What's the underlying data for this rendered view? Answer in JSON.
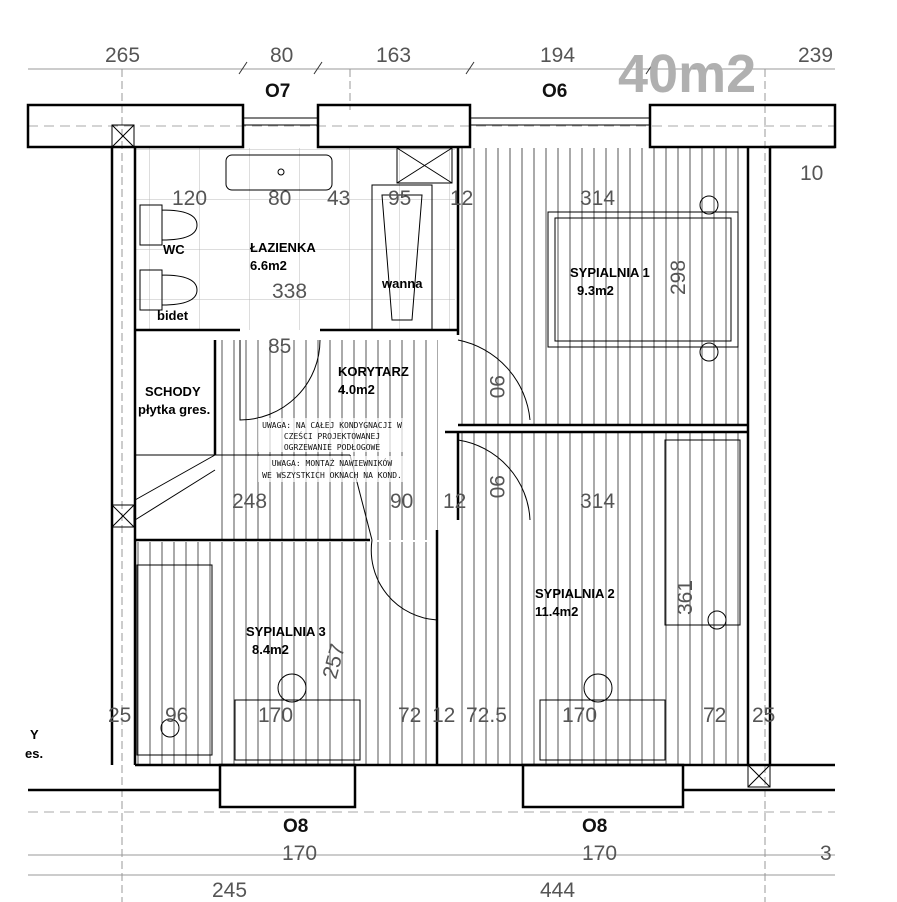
{
  "title_area": "40m2",
  "top_dimensions": [
    "265",
    "80",
    "163",
    "194",
    "239"
  ],
  "windows": {
    "top_left": "O7",
    "top_right": "O6",
    "bottom_left": "O8",
    "bottom_right": "O8"
  },
  "bottom_dimensions": {
    "row1": [
      "170",
      "170",
      "3"
    ],
    "row2": [
      "245",
      "444"
    ]
  },
  "rooms": {
    "wc": {
      "name": "WC"
    },
    "bidet": {
      "name": "bidet"
    },
    "lazienka": {
      "name": "ŁAZIENKA",
      "area": "6.6m2"
    },
    "wanna": {
      "name": "wanna"
    },
    "schody": {
      "name": "SCHODY",
      "finish": "płytka gres."
    },
    "korytarz": {
      "name": "KORYTARZ",
      "area": "4.0m2"
    },
    "sypialnia1": {
      "name": "SYPIALNIA 1",
      "area": "9.3m2"
    },
    "sypialnia2": {
      "name": "SYPIALNIA 2",
      "area": "11.4m2"
    },
    "sypialnia3": {
      "name": "SYPIALNIA 3",
      "area": "8.4m2"
    }
  },
  "notes": [
    "UWAGA: NA CAŁEJ KONDYGNACJI W",
    "CZEŚCI PROJEKTOWANEJ",
    "OGRZEWANIE PODŁOGOWE",
    "UWAGA: MONTAŻ NAWIEWNIKÓW",
    "WE WSZYSTKICH OKNACH NA KOND."
  ],
  "inner_dimensions": {
    "bath_row": [
      "120",
      "80",
      "43",
      "95",
      "12",
      "314",
      "10"
    ],
    "bath_338": "338",
    "bath_85": "85",
    "door_90a": "90",
    "door_90b": "90",
    "corr_248": "248",
    "corr_90": "90",
    "corr_12": "12",
    "bed2_314": "314",
    "bed1_298": "298",
    "bed2_361": "361",
    "bed3_257": "257",
    "bottom_row": [
      "25",
      "96",
      "170",
      "72",
      "12",
      "72.5",
      "170",
      "72",
      "25"
    ]
  },
  "left_partial": [
    "Y",
    "es."
  ]
}
